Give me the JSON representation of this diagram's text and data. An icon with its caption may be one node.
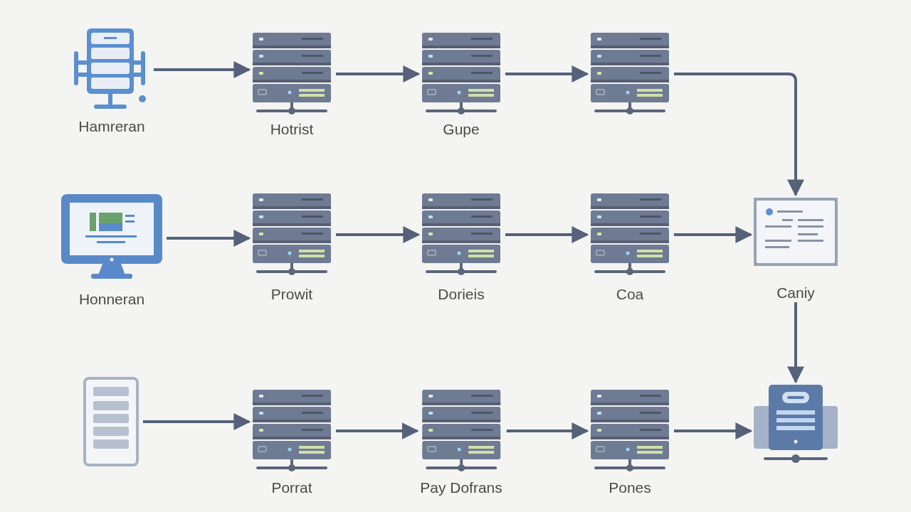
{
  "diagram": {
    "nodes": [
      {
        "text": [
          "Hamreran"
        ]
      },
      {
        "text": [
          "Hotrist"
        ]
      },
      {
        "text": [
          "Gupe"
        ]
      },
      {
        "text": [],
        "shape": "picture"
      },
      {
        "text": [
          "Honneran"
        ]
      },
      {
        "text": [
          "Prowit"
        ]
      },
      {
        "text": [
          "Dorieis"
        ]
      },
      {
        "text": [
          "Coa"
        ]
      },
      {
        "text": [
          "Caniy"
        ]
      },
      {
        "text": [],
        "shape": "picture"
      },
      {
        "text": [
          "Porrat"
        ]
      },
      {
        "text": [
          "Pay Dofrans"
        ]
      },
      {
        "text": [
          "Pones"
        ]
      },
      {
        "text": [],
        "shape": "picture"
      }
    ],
    "edges": [
      {
        "from": 0,
        "to": 1,
        "arrow": "to"
      },
      {
        "from": 1,
        "to": 2,
        "arrow": "to"
      },
      {
        "from": 2,
        "to": 3,
        "arrow": "to"
      },
      {
        "from": 3,
        "to": 8,
        "arrow": "to"
      },
      {
        "from": 4,
        "to": 5,
        "arrow": "to"
      },
      {
        "from": 5,
        "to": 6,
        "arrow": "to"
      },
      {
        "from": 6,
        "to": 7,
        "arrow": "to"
      },
      {
        "from": 7,
        "to": 8,
        "arrow": "to"
      },
      {
        "from": 8,
        "to": 13,
        "arrow": "to"
      },
      {
        "from": 9,
        "to": 10,
        "arrow": "to"
      },
      {
        "from": 10,
        "to": 11,
        "arrow": "to"
      },
      {
        "from": 11,
        "to": 12,
        "arrow": "to"
      },
      {
        "from": 12,
        "to": 13,
        "arrow": "to"
      }
    ]
  }
}
